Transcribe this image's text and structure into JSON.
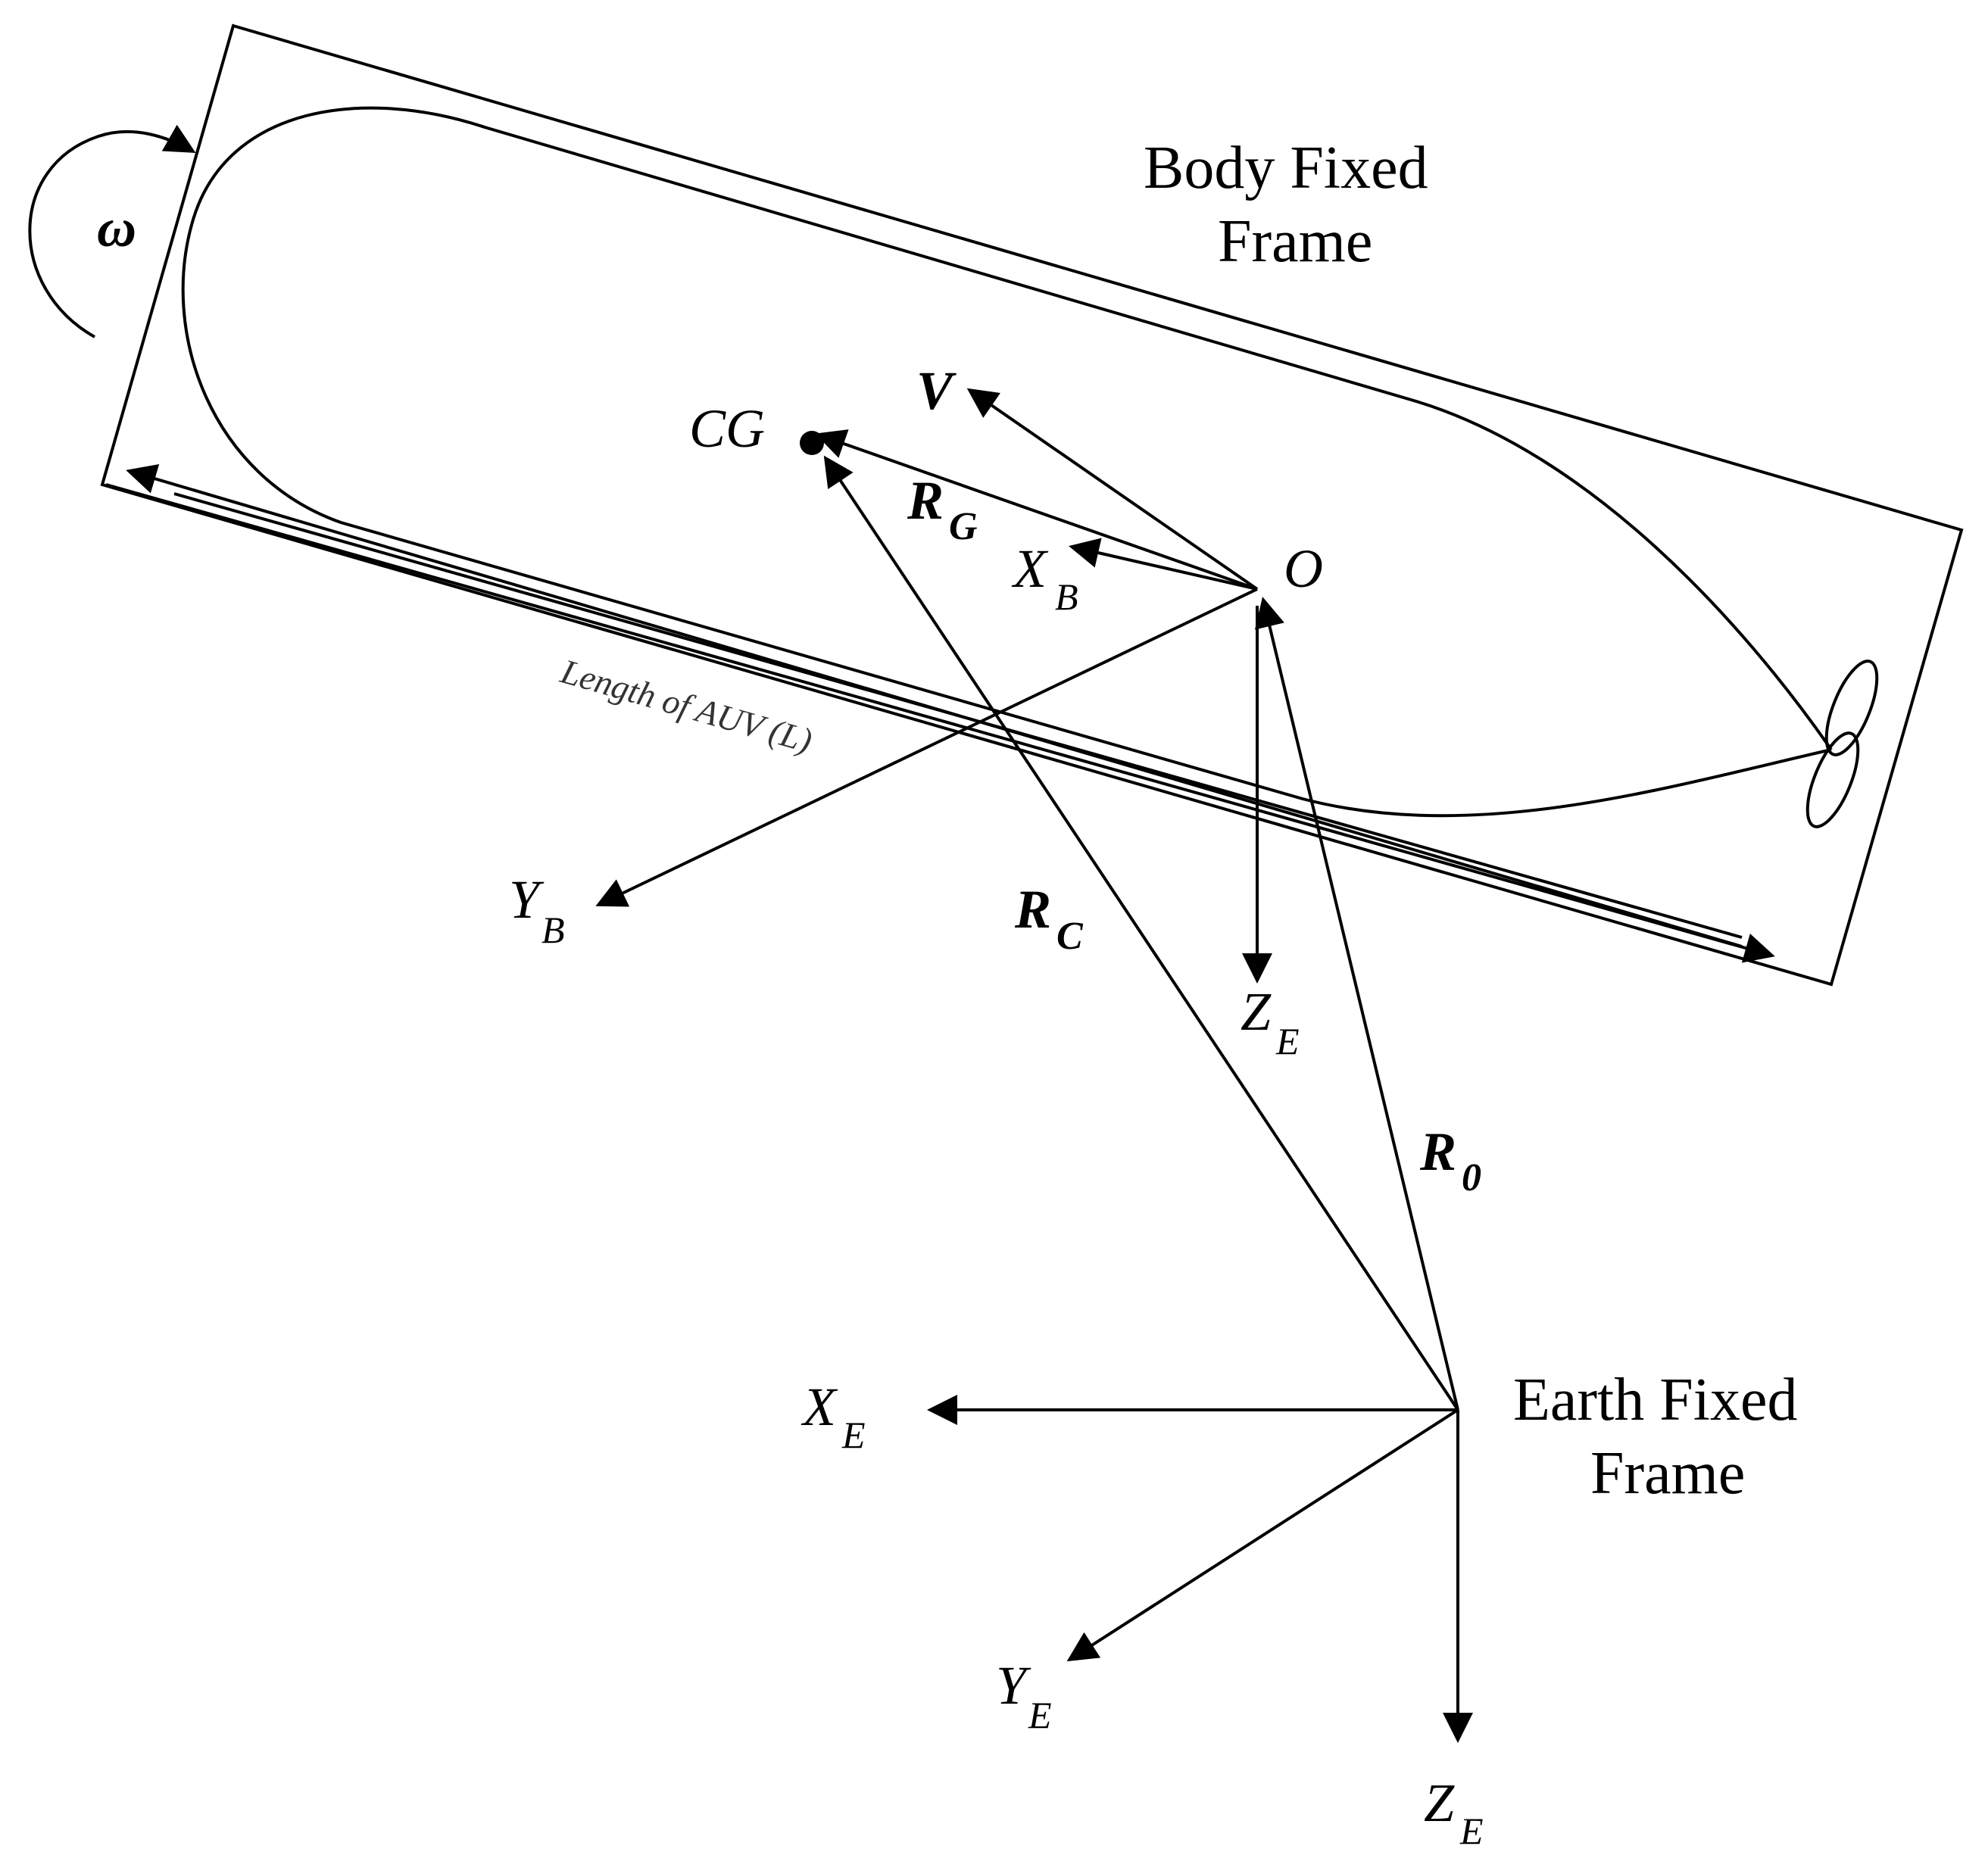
{
  "labels": {
    "body_frame_line1": "Body Fixed",
    "body_frame_line2": "Frame",
    "earth_frame_line1": "Earth Fixed",
    "earth_frame_line2": "Frame",
    "omega": "ω",
    "cg": "CG",
    "origin": "O",
    "v": "V",
    "rg_main": "R",
    "rg_sub": "G",
    "rc_main": "R",
    "rc_sub": "C",
    "ro_main": "R",
    "ro_sub": "0",
    "xb_main": "X",
    "xb_sub": "B",
    "yb_main": "Y",
    "yb_sub": "B",
    "ze_body_main": "Z",
    "ze_body_sub": "E",
    "xe_main": "X",
    "xe_sub": "E",
    "ye_main": "Y",
    "ye_sub": "E",
    "ze_main": "Z",
    "ze_sub": "E",
    "length": "Length of AUV (L)"
  }
}
